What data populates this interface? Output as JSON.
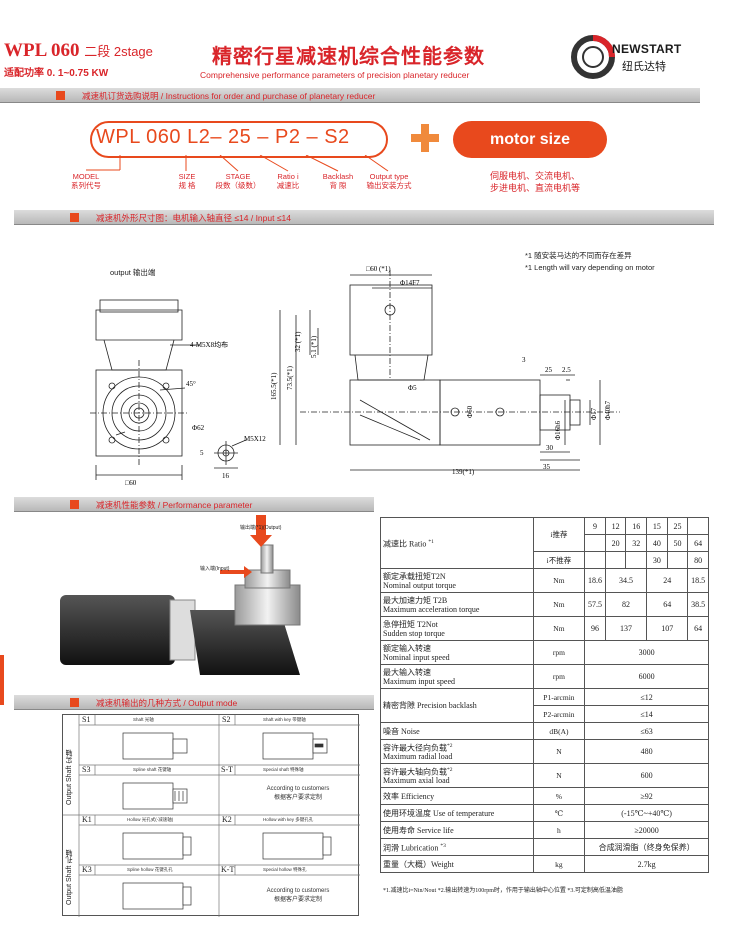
{
  "header": {
    "model": "WPL 060",
    "stage": "二段 2stage",
    "power": "适配功率 0. 1~0.75 KW",
    "title": "精密行星减速机综合性能参数",
    "subtitle": "Comprehensive performance parameters of precision planetary reducer",
    "logo_name": "NEWSTART",
    "logo_cn": "纽氏达特",
    "accent": "#e8491d",
    "red": "#d9252a"
  },
  "sections": {
    "order": "减速机订货选购说明 / Instructions for order and purchase of planetary reducer",
    "dimensions": "减速机外形尺寸图：电机输入轴直径 ≤14 / Input ≤14",
    "performance": "减速机性能参数 / Performance parameter",
    "output_mode": "减速机输出的几种方式 / Output mode"
  },
  "order": {
    "code": "WPL 060 L2– 25 – P2 –  S2",
    "motor_size": "motor size",
    "labels": [
      {
        "en": "MODEL",
        "cn": "系列代号"
      },
      {
        "en": "SIZE",
        "cn": "规 格"
      },
      {
        "en": "STAGE",
        "cn": "段数（级数）"
      },
      {
        "en": "Ratio i",
        "cn": "减速比"
      },
      {
        "en": "Backlash",
        "cn": "背 隙"
      },
      {
        "en": "Output type",
        "cn": "输出安装方式"
      }
    ],
    "motor_types_1": "伺服电机、交流电机、",
    "motor_types_2": "步进电机、直流电机等"
  },
  "drawing": {
    "note_cn": "*1 随安装马达的不同而存在差异",
    "note_en": "*1 Length will vary depending on motor",
    "output_label": "output 输出端",
    "dims": {
      "d1": "□60 (*1)",
      "d2": "Φ14F7",
      "d3": "32 (*1)",
      "d4": "5.1 (*1)",
      "d5": "4-M5X8均布",
      "d6": "45°",
      "d7": "Φ62",
      "d8": "M5X12",
      "d9": "16",
      "d10": "□60",
      "d11": "165.5(*1)",
      "d12": "73.5(*1)",
      "d13": "3",
      "d14": "25",
      "d15": "2.5",
      "d16": "Φ60",
      "d17": "Φ17",
      "d18": "Φ40h7",
      "d19": "Φ16h6",
      "d20": "30",
      "d21": "35",
      "d22": "139(*1)",
      "d23": "5",
      "d24": "Φ5"
    }
  },
  "product": {
    "motor_label": "输出端(*1)(Output)",
    "input_label": "输入端(Input)"
  },
  "modes": {
    "side_top": "Output Shaft 实轴",
    "side_bottom": "Output Shaft 孔轴",
    "cells": [
      {
        "code": "S1",
        "name": "Shaft 光轴"
      },
      {
        "code": "S2",
        "name": "Shaft with key 带键轴"
      },
      {
        "code": "S3",
        "name": "Spline shaft 花键轴"
      },
      {
        "code": "S-T",
        "name": "Special shaft 特殊轴"
      },
      {
        "code": "K1",
        "name": "Hollow 光孔式(-减速轴)"
      },
      {
        "code": "K2",
        "name": "Hollow with key 多键孔孔"
      },
      {
        "code": "K3",
        "name": "Spline hollow 花键孔孔"
      },
      {
        "code": "K-T",
        "name": "Special hollow 特殊孔"
      }
    ],
    "customers_en": "According to customers",
    "customers_cn": "根据客户要求定制"
  },
  "spec": {
    "ratio_label": "减速比 Ratio",
    "ratio_mark": "*1",
    "i_recommend": "i推荐",
    "i_not_recommend": "i不推荐",
    "ratios_row1": [
      "9",
      "12",
      "16",
      "15",
      "25",
      ""
    ],
    "ratios_row2": [
      "",
      "20",
      "32",
      "40",
      "50",
      "64"
    ],
    "ratios_row3": [
      "",
      "",
      "",
      "30",
      "",
      "80"
    ],
    "rows": [
      {
        "cn": "额定承载扭矩T2N",
        "en": "Nominal output torque",
        "unit": "Nm",
        "vals": [
          "18.6",
          "34.5",
          "24",
          "18.5"
        ]
      },
      {
        "cn": "最大加速力矩 T2B",
        "en": "Maximum acceleration torque",
        "unit": "Nm",
        "vals": [
          "57.5",
          "82",
          "64",
          "38.5"
        ]
      },
      {
        "cn": "急停扭矩 T2Not",
        "en": "Sudden stop torque",
        "unit": "Nm",
        "vals": [
          "96",
          "137",
          "107",
          "64"
        ]
      }
    ],
    "input_speed_cn": "额定输入转速",
    "input_speed_en": "Nominal input speed",
    "input_speed_unit": "rpm",
    "input_speed_val": "3000",
    "max_speed_cn": "最大输入转速",
    "max_speed_en": "Maximum input speed",
    "max_speed_unit": "rpm",
    "max_speed_val": "6000",
    "backlash_label": "精密背隙 Precision backlash",
    "p1_unit": "P1-arcmin",
    "p1_val": "≤12",
    "p2_unit": "P2-arcmin",
    "p2_val": "≤14",
    "noise_label": "噪音 Noise",
    "noise_unit": "dB(A)",
    "noise_val": "≤63",
    "radial_cn": "容许最大径向负载",
    "radial_en": "Maximum radial load",
    "radial_mark": "*2",
    "radial_unit": "N",
    "radial_val": "480",
    "axial_cn": "容许最大轴向负载",
    "axial_en": "Maximum axial load",
    "axial_mark": "*2",
    "axial_unit": "N",
    "axial_val": "600",
    "eff_label": "效率 Efficiency",
    "eff_unit": "%",
    "eff_val": "≥92",
    "temp_label": "使用环境温度 Use of temperature",
    "temp_unit": "℃",
    "temp_val": "(-15℃~+40℃)",
    "life_label": "使用寿命 Service life",
    "life_unit": "h",
    "life_val": "≥20000",
    "lub_label": "润滑 Lubrication",
    "lub_mark": "*3",
    "lub_val": "合成润滑脂（终身免保养）",
    "weight_label": "重量（大概）Weight",
    "weight_unit": "kg",
    "weight_val": "2.7kg",
    "footnote": "*1.减速比i=Nin/Nout   *2.输出转速为100rpm时，作用于输出轴中心位置    *3.可定制高低温油脂"
  }
}
